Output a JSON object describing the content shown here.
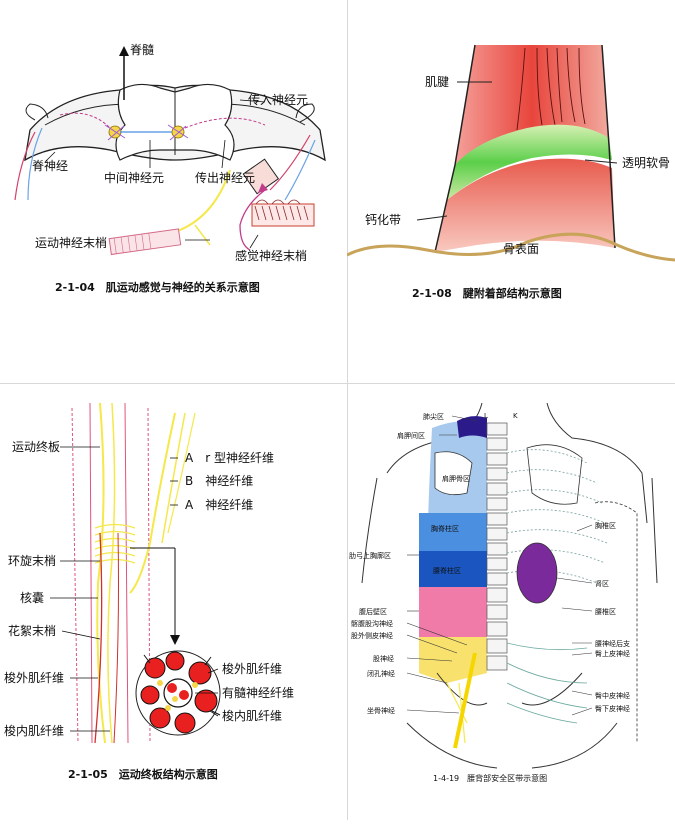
{
  "panels": [
    {
      "caption": "2-1-04　肌运动感觉与神经的关系示意图",
      "labels": {
        "spinal_cord": "脊髓",
        "afferent_neuron": "传入神经元",
        "spinal_nerve": "脊神经",
        "interneuron": "中间神经元",
        "efferent_neuron": "传出神经元",
        "motor_ending": "运动神经末梢",
        "sensory_ending": "感觉神经末梢"
      }
    },
    {
      "caption": "2-1-08　腱附着部结构示意图",
      "labels": {
        "tendon": "肌腱",
        "hyaline_cartilage": "透明软骨",
        "calcified_zone": "钙化带",
        "bone_surface": "骨表面"
      }
    },
    {
      "caption": "2-1-05　运动终板结构示意图",
      "labels": {
        "motor_endplate": "运动终板",
        "a_gamma_fiber": "A　r 型神经纤维",
        "b_fiber": "B　神经纤维",
        "a_fiber": "A　神经纤维",
        "annulospiral": "环旋末梢",
        "nuclear_bag": "核囊",
        "flower_spray": "花絮末梢",
        "extrafusal_1": "梭外肌纤维",
        "intrafusal_1": "梭内肌纤维",
        "extrafusal_2": "梭外肌纤维",
        "myelinated": "有髓神经纤维",
        "intrafusal_2": "梭内肌纤维"
      }
    },
    {
      "caption": "1-4-19　腰背部安全区带示意图",
      "labels": {
        "L": "L",
        "K": "K",
        "apex_zone": "肺尖区",
        "interscapular_zone": "肩胛间区",
        "scapula_zone": "肩胛骨区",
        "thoracic_back_zone": "胸脊柱区",
        "lumbar_zone": "腰脊柱区",
        "costal_zone": "肋弓上胸廓区",
        "posterior_abdominal_zone": "腹后壁区",
        "iliohypogastric": "髂腹股沟神经",
        "lat_femoral": "股外侧皮神经",
        "femoral": "股神经",
        "obturator": "闭孔神经",
        "sciatic": "坐骨神经",
        "thoracic_vertebra_zone": "胸椎区",
        "kidney_zone": "肾区",
        "lumbar_vertebra_zone": "腰椎区",
        "lumbar_post_branch": "腰神经后支",
        "sup_cluneal": "臀上皮神经",
        "mid_cluneal": "臀中皮神经",
        "inf_cluneal": "臀下皮神经"
      }
    }
  ],
  "colors": {
    "red": "#e8453c",
    "green": "#7ed957",
    "yellow": "#f5e84a",
    "blue": "#4b8fe0",
    "purple": "#7a2a9a",
    "pink": "#f07aa8"
  }
}
